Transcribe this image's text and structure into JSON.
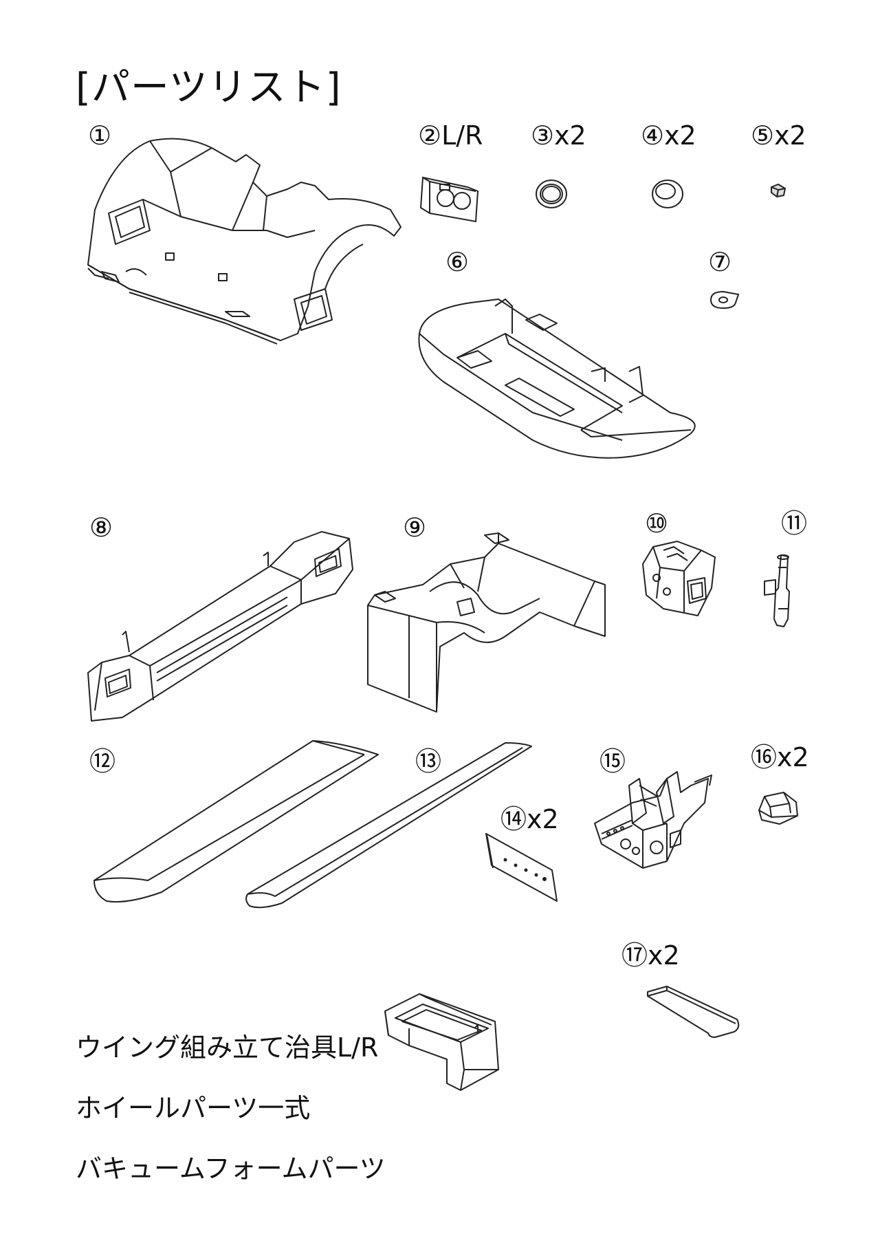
{
  "title": "[パーツリスト]",
  "labels": {
    "p1": "①",
    "p2": "②L/R",
    "p3": "③x2",
    "p4": "④x2",
    "p5": "⑤x2",
    "p6": "⑥",
    "p7": "⑦",
    "p8": "⑧",
    "p9": "⑨",
    "p10": "⑩",
    "p11": "⑪",
    "p12": "⑫",
    "p13": "⑬",
    "p14": "⑭x2",
    "p15": "⑮",
    "p16": "⑯x2",
    "p17": "⑰x2"
  },
  "notes": {
    "jig": "ウイング組み立て治具L/R",
    "wheel": "ホイールパーツ一式",
    "vacuum": "バキュームフォームパーツ"
  }
}
